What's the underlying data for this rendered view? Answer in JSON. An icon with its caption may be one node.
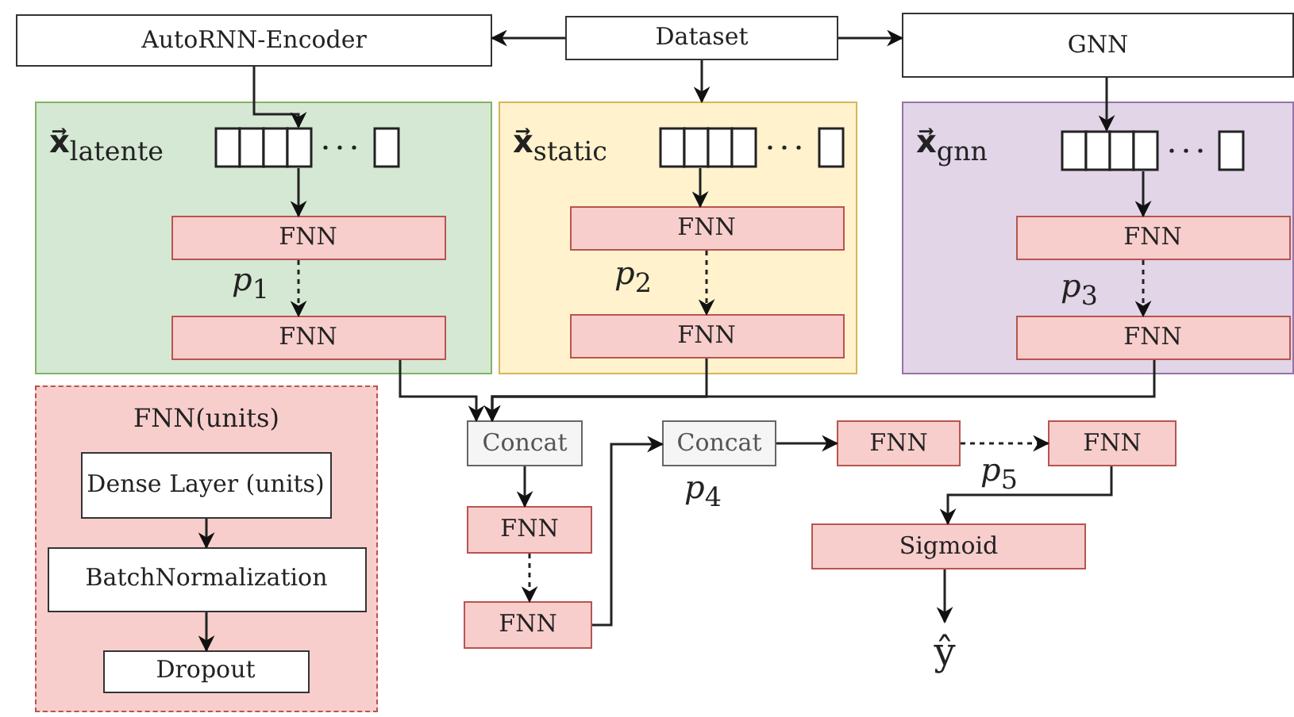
{
  "diagram": {
    "nodes": [
      {
        "text": [
          "AutoRNN-Encoder"
        ]
      },
      {
        "text": [
          "Dataset"
        ]
      },
      {
        "text": [
          "GNN"
        ]
      },
      {
        "text": [
          "x⃗$_{latente}$"
        ]
      },
      {
        "text": [],
        "shape": "box",
        "in": 3
      },
      {
        "text": [
          "FNN"
        ],
        "in": 3
      },
      {
        "text": [
          "FNN"
        ],
        "in": 3
      },
      {
        "text": [
          "x⃗$_{static}$"
        ]
      },
      {
        "text": [],
        "shape": "box",
        "in": 7
      },
      {
        "text": [
          "FNN"
        ],
        "in": 7
      },
      {
        "text": [
          "FNN"
        ],
        "in": 7
      },
      {
        "text": [
          "x⃗$_{gnn}$"
        ]
      },
      {
        "text": [],
        "shape": "box",
        "in": 11
      },
      {
        "text": [
          "FNN"
        ],
        "in": 11
      },
      {
        "text": [
          "FNN"
        ],
        "in": 11
      },
      {
        "text": [
          "FNN(units)"
        ]
      },
      {
        "text": [
          "Dense Layer (units)"
        ],
        "in": 15
      },
      {
        "text": [
          "BatchNormalization"
        ],
        "in": 15
      },
      {
        "text": [
          "Dropout"
        ],
        "in": 15
      },
      {
        "text": [
          "Concat"
        ]
      },
      {
        "text": [
          "FNN"
        ]
      },
      {
        "text": [
          "FNN"
        ]
      },
      {
        "text": [
          "Concat"
        ],
        "beside": [
          "*p*$_{4}$"
        ]
      },
      {
        "text": [
          "FNN"
        ]
      },
      {
        "text": [
          "FNN"
        ]
      },
      {
        "text": [
          "Sigmoid"
        ]
      },
      {
        "text": [
          "ŷ"
        ]
      }
    ],
    "edges": [
      {
        "from": 1,
        "to": 0,
        "arrow": "to"
      },
      {
        "from": 1,
        "to": 7,
        "arrow": "to"
      },
      {
        "from": 1,
        "to": 2,
        "arrow": "to"
      },
      {
        "from": 0,
        "to": 4,
        "arrow": "to"
      },
      {
        "from": 2,
        "to": 12,
        "arrow": "to"
      },
      {
        "from": 4,
        "to": 5,
        "arrow": "to"
      },
      {
        "from": 5,
        "to": 6,
        "arrow": "to",
        "style": "dashed",
        "label": "*p*$_{1}$"
      },
      {
        "from": 8,
        "to": 9,
        "arrow": "to"
      },
      {
        "from": 9,
        "to": 10,
        "arrow": "to",
        "style": "dashed",
        "label": "*p*$_{2}$"
      },
      {
        "from": 12,
        "to": 13,
        "arrow": "to"
      },
      {
        "from": 13,
        "to": 14,
        "arrow": "to",
        "style": "dashed",
        "label": "*p*$_{3}$"
      },
      {
        "from": 6,
        "to": 19,
        "arrow": "to"
      },
      {
        "from": 10,
        "to": 19,
        "arrow": "to"
      },
      {
        "from": 14,
        "to": 19,
        "arrow": "to"
      },
      {
        "from": 19,
        "to": 20,
        "arrow": "to"
      },
      {
        "from": 20,
        "to": 21,
        "arrow": "to",
        "style": "dashed"
      },
      {
        "from": 21,
        "to": 22,
        "arrow": "to"
      },
      {
        "from": 22,
        "to": 23,
        "arrow": "to"
      },
      {
        "from": 23,
        "to": 24,
        "arrow": "to",
        "style": "dashed",
        "label": "*p*$_{5}$"
      },
      {
        "from": 24,
        "to": 25,
        "arrow": "to"
      },
      {
        "from": 25,
        "to": 26,
        "arrow": "to"
      },
      {
        "from": 16,
        "to": 17,
        "arrow": "to"
      },
      {
        "from": 17,
        "to": 18,
        "arrow": "to"
      }
    ]
  }
}
